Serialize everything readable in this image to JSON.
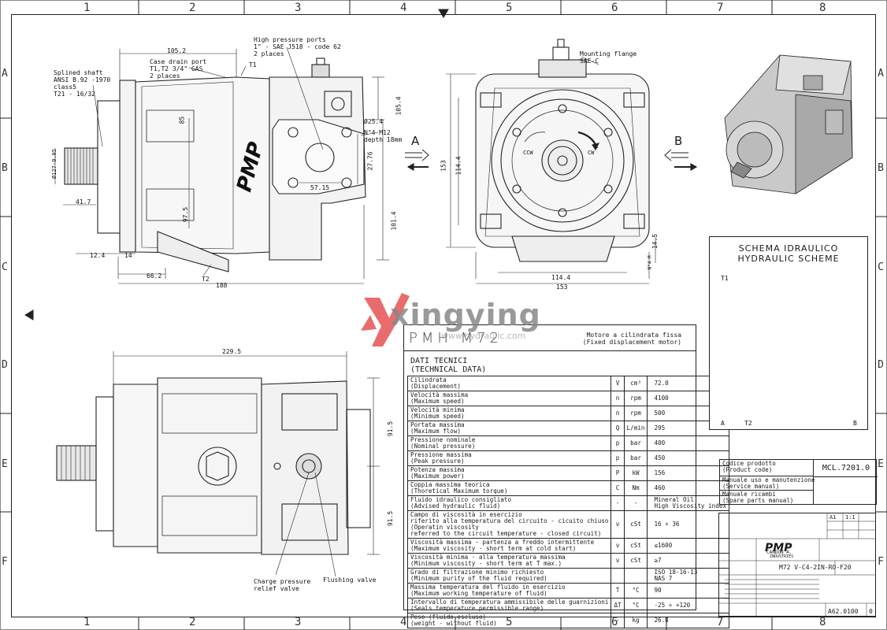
{
  "zones": {
    "columns": [
      "1",
      "2",
      "3",
      "4",
      "5",
      "6",
      "7",
      "8"
    ],
    "rows": [
      "A",
      "B",
      "C",
      "D",
      "E",
      "F"
    ]
  },
  "top_view": {
    "splined_shaft": "Splined shaft\nANSI B.92 -1970\nclass5\nT21 - 16/32",
    "case_drain": "Case drain port\nT1,T2 3/4\" GAS\n2 places",
    "t1": "T1",
    "high_pressure": "High pressure ports\n1\" - SAE J518 - code 62\n2 places",
    "thread": "N°4 M12\ndepth 18mm",
    "dims": {
      "d105_2": "105.2",
      "d105_4": "105.4",
      "d25_4": "Ø25.4",
      "d27_76": "27.76",
      "d57_15": "57.15",
      "d85": "85",
      "d97_5": "97.5",
      "d101_4": "101.4",
      "d127": "Ø127-0.05",
      "d41_7": "41.7",
      "d12_4": "12.4",
      "d14": "14",
      "d66_2": "66.2",
      "t2": "T2",
      "d188": "188"
    }
  },
  "front_view": {
    "mounting_flange": "Mounting flange\nSAE-C",
    "ccw": "CCW",
    "cw": "CW",
    "view_a": "A",
    "view_b": "B",
    "dims": {
      "d153v": "153",
      "d114_4v": "114.4",
      "d114_4": "114.4",
      "d153": "153",
      "d14_5": "14.5",
      "d4m": "N°4 M"
    }
  },
  "bottom_view": {
    "d229_5": "229.5",
    "d91_5a": "91.5",
    "d91_5b": "91.5",
    "charge_relief": "Charge pressure\nrelief valve",
    "flushing": "Flushing valve"
  },
  "watermark": {
    "brand": "xingying",
    "url": "www.hydraulic.com"
  },
  "tech": {
    "model": "PMH M72",
    "motor_type": "Motore a cilindrata fissa\n(Fixed displacement motor)",
    "section": "DATI TECNICI\n(TECHNICAL DATA)",
    "rows": [
      {
        "name": "Cilindrata\n(Displacement)",
        "sym": "V",
        "unit": "cm³",
        "val": "72.0"
      },
      {
        "name": "Velocità massima\n(Maximum speed)",
        "sym": "n",
        "unit": "rpm",
        "val": "4100"
      },
      {
        "name": "Velocità minima\n(Minimum speed)",
        "sym": "n",
        "unit": "rpm",
        "val": "500"
      },
      {
        "name": "Portata massima\n(Maximum flow)",
        "sym": "Q",
        "unit": "L/min",
        "val": "295"
      },
      {
        "name": "Pressione nominale\n(Nominal pressure)",
        "sym": "p",
        "unit": "bar",
        "val": "400"
      },
      {
        "name": "Pressione massima\n(Peak pressure)",
        "sym": "p",
        "unit": "bar",
        "val": "450"
      },
      {
        "name": "Potenza massima\n(Maximum power)",
        "sym": "P",
        "unit": "kW",
        "val": "156"
      },
      {
        "name": "Coppia massima teorica\n(Thoretical Maximum torque)",
        "sym": "C",
        "unit": "Nm",
        "val": "460"
      },
      {
        "name": "Fluido idraulico consigliato\n(Advised hydraulic fluid)",
        "sym": "-",
        "unit": "-",
        "val": "Mineral Oil\nHigh Viscosity index"
      },
      {
        "name": "Campo di viscosità in esercizio\nriferito alla temperatura del circuito - cicuito chiuso\n(Operatin viscosity\nreferred to the circuit temperature - closed circuit)",
        "sym": "ν",
        "unit": "cSt",
        "val": "16 ÷ 36"
      },
      {
        "name": "Viscosità massima - partenza a freddo intermittente\n(Maximum viscosity - short term at cold start)",
        "sym": "ν",
        "unit": "cSt",
        "val": "≤1600"
      },
      {
        "name": "Viscosità minima - alla temperatura massima\n(Minimum viscosity - short term at T max.)",
        "sym": "ν",
        "unit": "cSt",
        "val": "≥7"
      },
      {
        "name": "Grado di filtrazione minimo richiesto\n(Minimum purity of the fluid required)",
        "sym": "",
        "unit": "",
        "val": "ISO 18-16-13\nNAS 7"
      },
      {
        "name": "Massima temperatura del fluido in esercizio\n(Maximum working temperature of fluid)",
        "sym": "T",
        "unit": "°C",
        "val": "90"
      },
      {
        "name": "Intervallo di temperatura ammissibile delle guarnizioni\n(Seals temperature permissible range)",
        "sym": "ΔT",
        "unit": "°C",
        "val": "-25 ÷ +120"
      },
      {
        "name": "Peso (fluido escluso)\n(weight - without fluid)",
        "sym": "-",
        "unit": "kg",
        "val": "26.8"
      }
    ]
  },
  "hydraulic": {
    "title1": "SCHEMA IDRAULICO",
    "title2": "HYDRAULIC SCHEME",
    "t1": "T1",
    "t2": "T2",
    "a": "A",
    "b": "B"
  },
  "codes": {
    "product_code": "Codice prodotto\n(Product code)",
    "service_manual": "Manuale uso e manutenzione\n(Service manual)",
    "spare_parts": "Manuale ricambi\n(Spare parts manual)",
    "code_value": "MCL.7201.0"
  },
  "title_block": {
    "logo": "PMP",
    "logo_sub": "INDUSTRIES",
    "model": "M72 V-C4-2IN-RO-F20",
    "drawing_no": "A62.0100",
    "rev": "0",
    "scale": "1:1",
    "sheet": "A1",
    "author": "CANDON A."
  }
}
